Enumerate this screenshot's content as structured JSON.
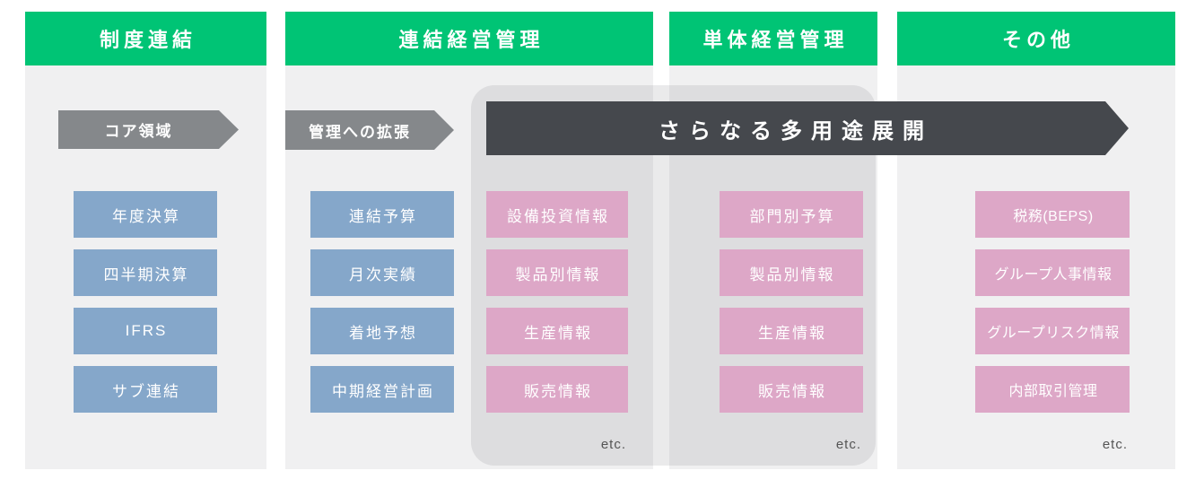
{
  "columns": [
    {
      "header": "制度連結"
    },
    {
      "header": "連結経営管理"
    },
    {
      "header": "単体経営管理"
    },
    {
      "header": "その他"
    }
  ],
  "arrows": {
    "core": "コア領域",
    "extension": "管理への拡張",
    "expansion": "さらなる多用途展開"
  },
  "stacks": {
    "statutory": {
      "items": [
        "年度決算",
        "四半期決算",
        "IFRS",
        "サブ連結"
      ]
    },
    "consolidated_mgmt": {
      "items": [
        "連結予算",
        "月次実績",
        "着地予想",
        "中期経営計画"
      ]
    },
    "consolidated_multi": {
      "items": [
        "設備投資情報",
        "製品別情報",
        "生産情報",
        "販売情報"
      ],
      "etc_label": "etc."
    },
    "standalone_multi": {
      "items": [
        "部門別予算",
        "製品別情報",
        "生産情報",
        "販売情報"
      ],
      "etc_label": "etc."
    },
    "other_multi": {
      "items": [
        "税務(BEPS)",
        "グループ人事情報",
        "グループリスク情報",
        "内部取引管理"
      ],
      "etc_label": "etc."
    }
  },
  "colors": {
    "header_green": "#00c475",
    "box_blue": "#85a7ca",
    "box_pink": "#dda7c7",
    "arrow_gray": "#85888b",
    "arrow_dark": "#45484d",
    "panel_bg": "#f0f0f1",
    "etc_text": "#555555"
  }
}
